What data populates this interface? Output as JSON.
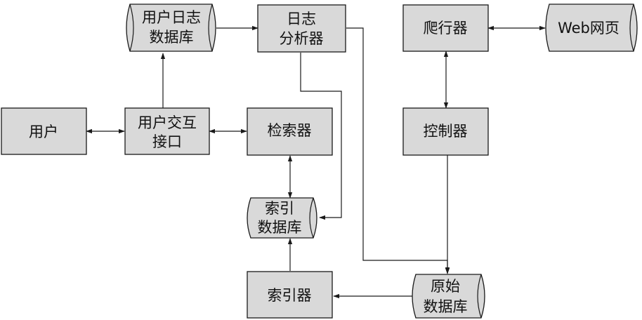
{
  "nodes": {
    "user": {
      "label": "用户"
    },
    "interface": {
      "line1": "用户交互",
      "line2": "接口"
    },
    "log_db": {
      "line1": "用户日志",
      "line2": "数据库"
    },
    "log_analyzer": {
      "line1": "日志",
      "line2": "分析器"
    },
    "retriever": {
      "label": "检索器"
    },
    "index_db": {
      "line1": "索引",
      "line2": "数据库"
    },
    "indexer": {
      "label": "索引器"
    },
    "crawler": {
      "label": "爬行器"
    },
    "web": {
      "label": "Web网页"
    },
    "controller": {
      "label": "控制器"
    },
    "raw_db": {
      "line1": "原始",
      "line2": "数据库"
    }
  },
  "edges": [
    {
      "from": "user",
      "to": "interface",
      "direction": "both"
    },
    {
      "from": "interface",
      "to": "log_db",
      "direction": "forward"
    },
    {
      "from": "log_db",
      "to": "log_analyzer",
      "direction": "forward"
    },
    {
      "from": "interface",
      "to": "retriever",
      "direction": "both"
    },
    {
      "from": "retriever",
      "to": "index_db",
      "direction": "both"
    },
    {
      "from": "log_analyzer",
      "to": "index_db",
      "direction": "forward"
    },
    {
      "from": "log_analyzer",
      "to": "raw_db",
      "direction": "forward"
    },
    {
      "from": "crawler",
      "to": "web",
      "direction": "both"
    },
    {
      "from": "crawler",
      "to": "controller",
      "direction": "both"
    },
    {
      "from": "controller",
      "to": "raw_db",
      "direction": "forward"
    },
    {
      "from": "raw_db",
      "to": "indexer",
      "direction": "forward"
    },
    {
      "from": "indexer",
      "to": "index_db",
      "direction": "forward"
    }
  ],
  "colors": {
    "fill": "#d9d9d9",
    "stroke": "#1a1a1a"
  }
}
